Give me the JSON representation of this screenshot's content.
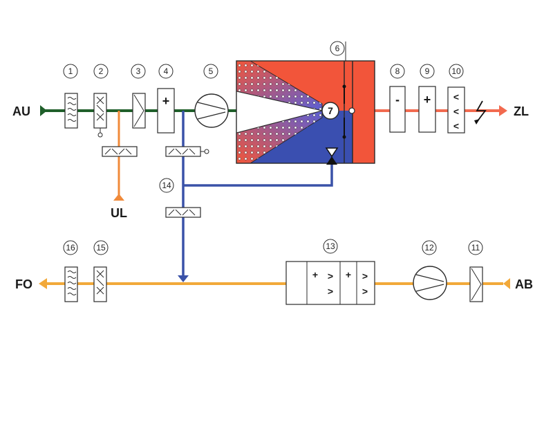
{
  "labels": {
    "outside_air": "AU",
    "exhaust_out": "FO",
    "supply_air": "ZL",
    "extract_air": "AB",
    "recirculation": "UL"
  },
  "symbols": {
    "heater_plus": "+",
    "cooler_minus": "-",
    "humidifier_chevron": "<",
    "filter_chevron": ">"
  },
  "components": [
    {
      "number": "1",
      "kind": "filter-outside"
    },
    {
      "number": "2",
      "kind": "damper-outside"
    },
    {
      "number": "3",
      "kind": "pre-filter"
    },
    {
      "number": "4",
      "kind": "pre-heater"
    },
    {
      "number": "5",
      "kind": "supply-fan"
    },
    {
      "number": "6",
      "kind": "heat-exchanger-casing"
    },
    {
      "number": "7",
      "kind": "bypass-junction"
    },
    {
      "number": "8",
      "kind": "cooler"
    },
    {
      "number": "9",
      "kind": "reheater"
    },
    {
      "number": "10",
      "kind": "humidifier"
    },
    {
      "number": "11",
      "kind": "extract-filter"
    },
    {
      "number": "12",
      "kind": "extract-fan"
    },
    {
      "number": "13",
      "kind": "heat-recovery-unit"
    },
    {
      "number": "14",
      "kind": "bypass-damper"
    },
    {
      "number": "15",
      "kind": "exhaust-damper"
    },
    {
      "number": "16",
      "kind": "exhaust-filter"
    }
  ],
  "colors": {
    "outside_line": "#1f5f2a",
    "recirc_line": "#f08a3a",
    "supply_line": "#f26a4f",
    "exhaust_line": "#f2a93a",
    "bypass_line": "#3a52a8",
    "hx_red": "#f2553a",
    "hx_blue": "#3a4fb0"
  }
}
